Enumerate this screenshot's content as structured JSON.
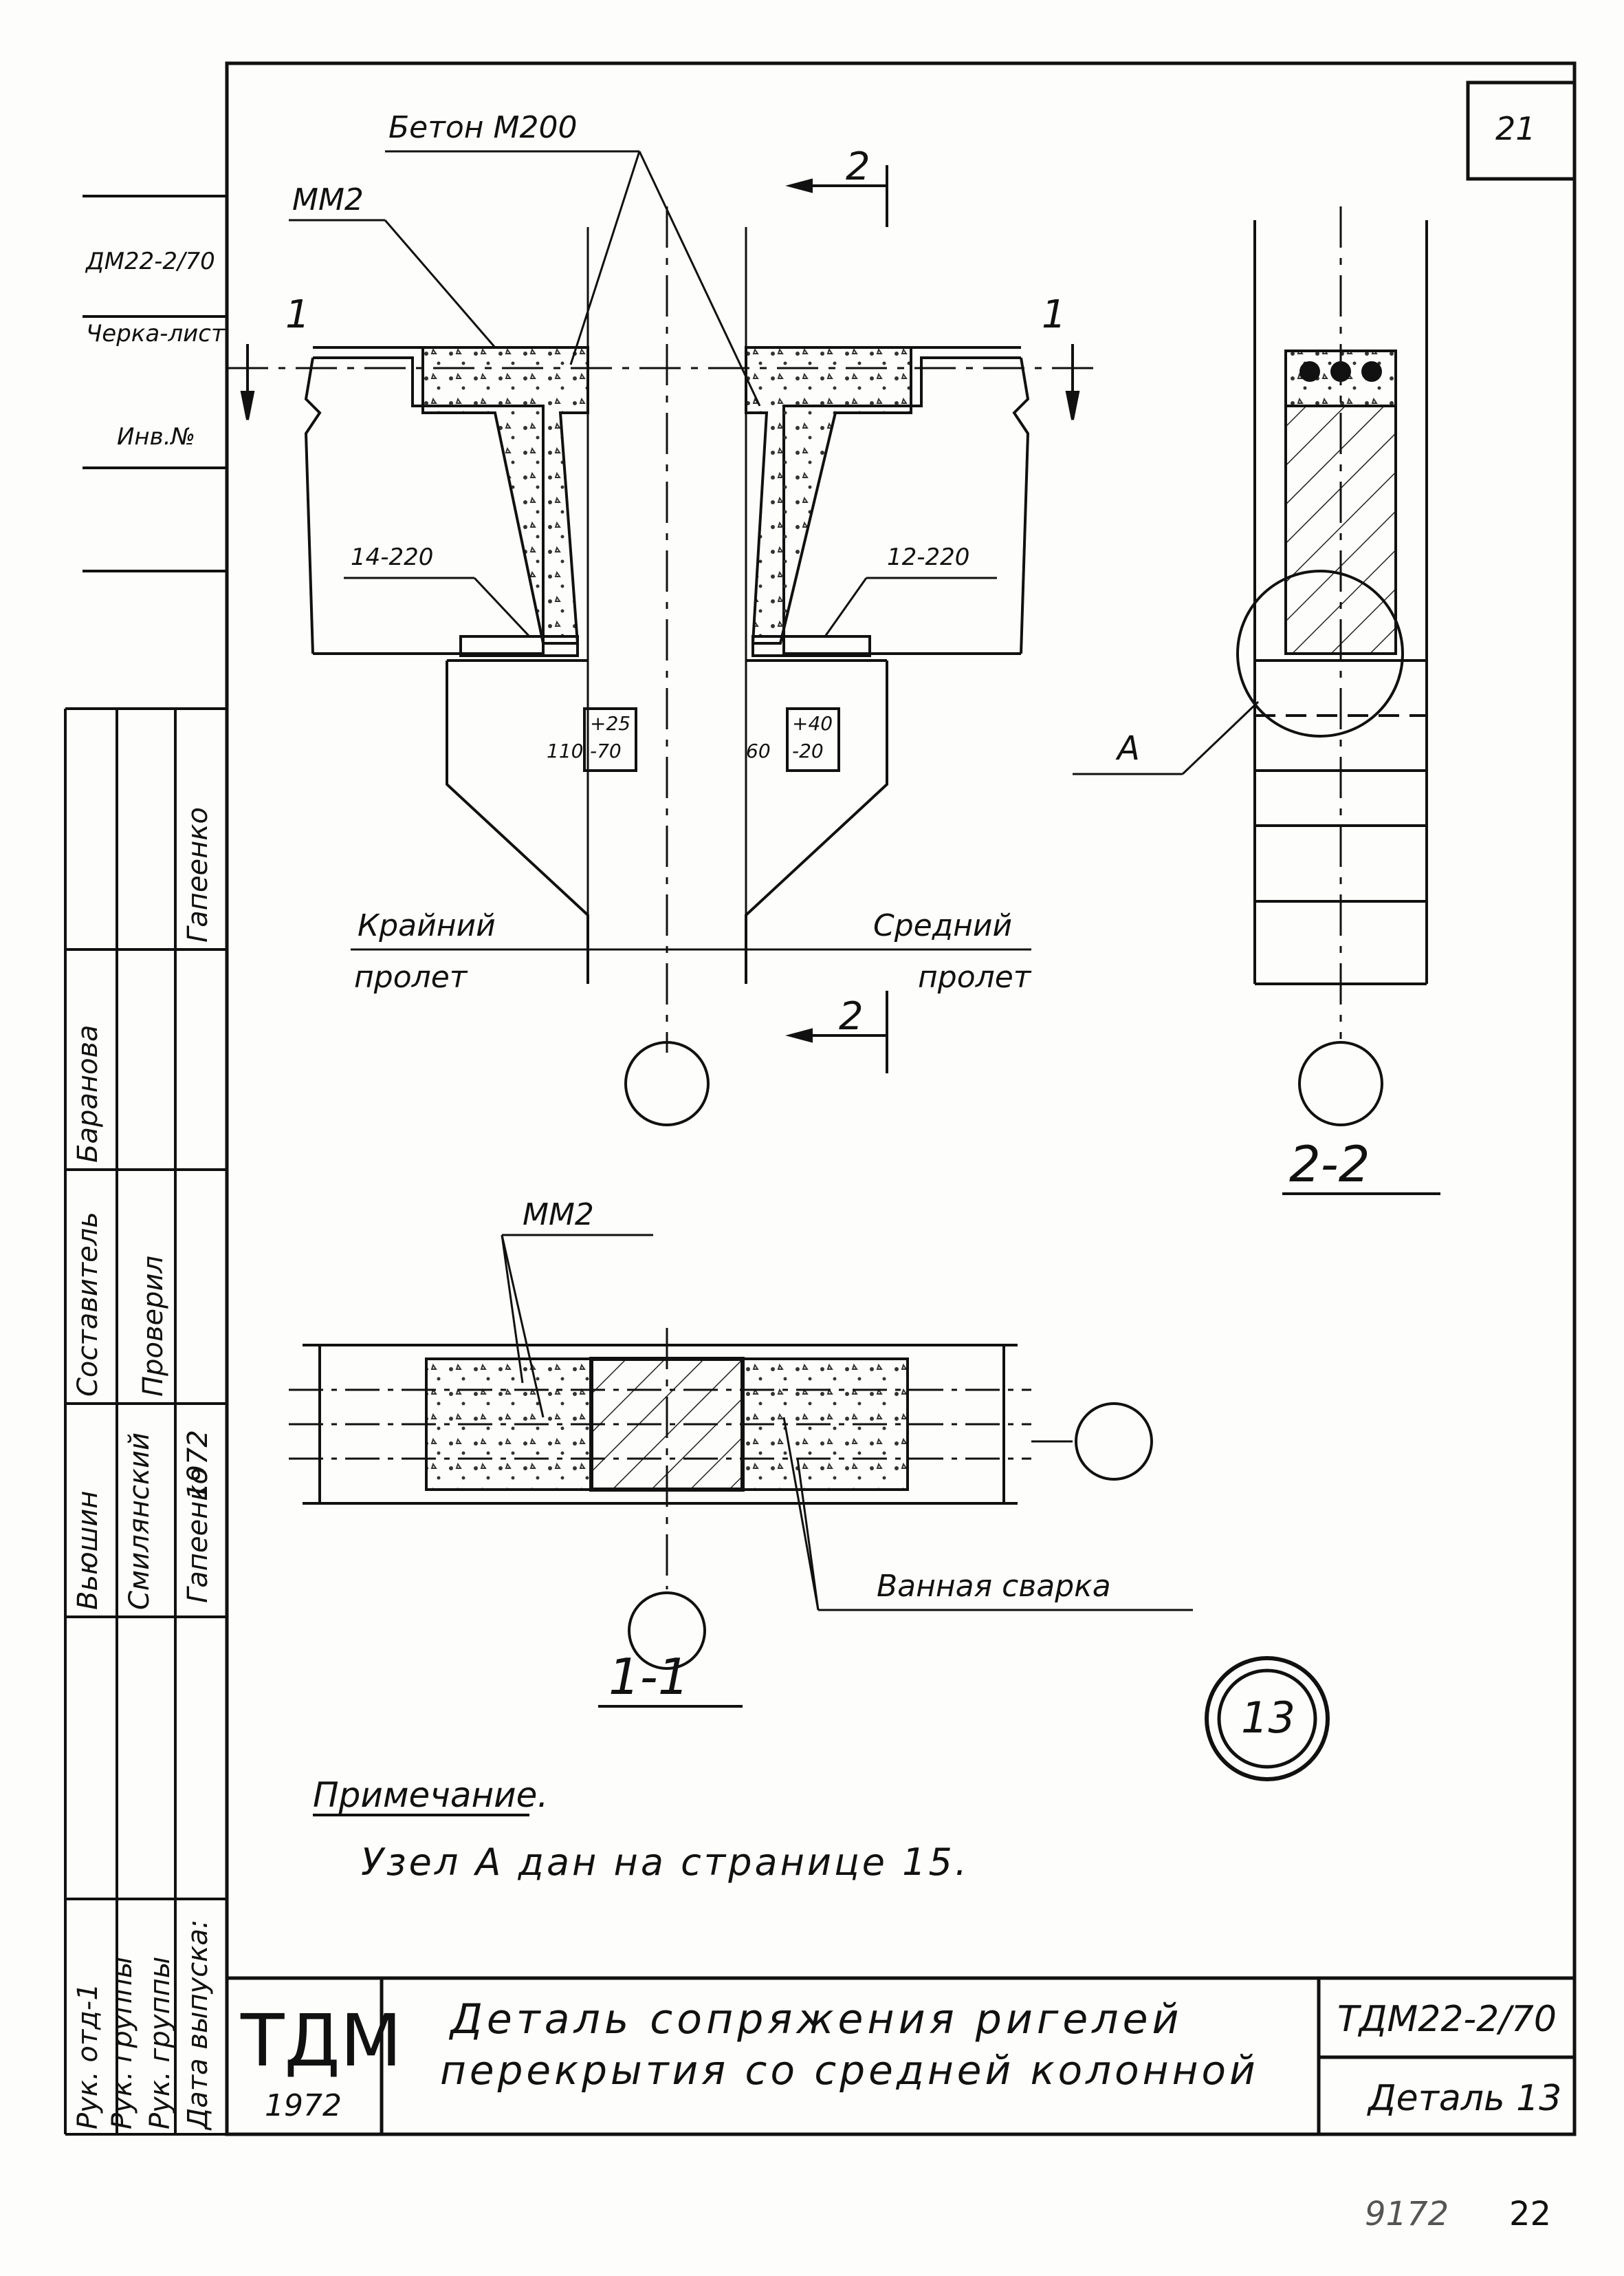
{
  "sheet_number": "21",
  "side_labels": {
    "code": "ДМ22-2/70",
    "mark": "Черка-лист",
    "inv": "Инв.№"
  },
  "stamp_left": {
    "row1": [
      "Составитель",
      "Баранова",
      "Вьюшин"
    ],
    "row2": [
      "Проверил",
      "Гапеенко",
      "Смилянский"
    ],
    "row3": [
      "Гапеенко",
      "1972"
    ],
    "bottom": [
      "Рук. отд-1",
      "Рук. группы",
      "Рук. группы",
      "Дата выпуска:"
    ]
  },
  "main_view": {
    "beton": "Бетон М200",
    "mm2": "ММ2",
    "section_1": "1",
    "section_2": "2",
    "bar_left": "14-220",
    "bar_right": "12-220",
    "dim_left": "110",
    "dim_right": "60",
    "box_left_top": "+25",
    "box_left_bottom": "-70",
    "box_right_top": "+40",
    "box_right_bottom": "-20",
    "edge_span_1": "Крайний",
    "edge_span_2": "пролет",
    "mid_span_1": "Средний",
    "mid_span_2": "пролет"
  },
  "section_2_2": {
    "title": "2-2",
    "node": "А"
  },
  "section_1_1": {
    "title": "1-1",
    "mm2": "ММ2",
    "weld": "Ванная сварка"
  },
  "detail_badge": "13",
  "note": {
    "title": "Примечание.",
    "text": "Узел А дан на странице 15."
  },
  "title_block": {
    "logo": "ТДМ",
    "year": "1972",
    "title_line1": "Деталь сопряжения ригелей",
    "title_line2": "перекрытия со средней колонной",
    "code": "ТДМ22-2/70",
    "detail": "Деталь 13"
  },
  "footer": {
    "stamp": "9172",
    "page": "22"
  }
}
